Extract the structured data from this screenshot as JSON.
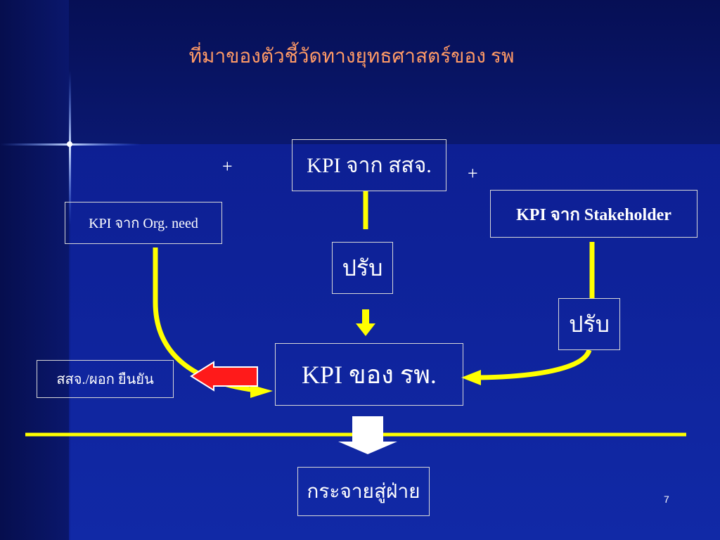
{
  "slide": {
    "title": "ที่มาของตัวชี้วัดทางยุทธศาสตร์ของ รพ",
    "page_number": "7"
  },
  "nodes": {
    "kpi_from_ssj": "KPI จาก สสจ.",
    "kpi_from_org_need": "KPI จาก Org. need",
    "kpi_from_stakeholder": "KPI จาก Stakeholder",
    "adjust_center": "ปรับ",
    "adjust_right": "ปรับ",
    "kpi_hospital": "KPI ของ รพ.",
    "ssj_confirm": "สสจ./ผอก ยืนยัน",
    "distribute": "กระจายสู่ฝ่าย"
  },
  "operators": {
    "plus_left": "+",
    "plus_right": "+"
  },
  "colors": {
    "background": "#0e229a",
    "title": "#ff9a66",
    "connector": "#ffff00",
    "confirm_arrow": "#ff0000",
    "down_arrow": "#ffffff",
    "box_border": "#d8d8d8"
  }
}
